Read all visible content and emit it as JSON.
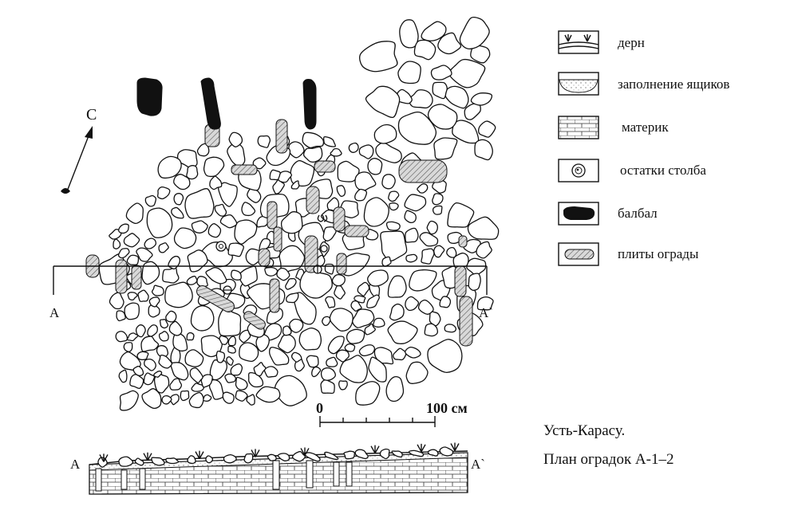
{
  "plan": {
    "north_label": "С",
    "section_start": "A",
    "section_end": "A`",
    "scale_start": "0",
    "scale_end": "100 см"
  },
  "section_drawing": {
    "start_label": "A",
    "end_label": "A`"
  },
  "legend": [
    {
      "key": "turf",
      "label": "дерн"
    },
    {
      "key": "fill",
      "label": "заполнение ящиков"
    },
    {
      "key": "bedrock",
      "label": "материк"
    },
    {
      "key": "post",
      "label": "остатки столба"
    },
    {
      "key": "balbal",
      "label": "балбал"
    },
    {
      "key": "slab",
      "label": "плиты ограды"
    }
  ],
  "caption": {
    "line1": "Усть-Карасу.",
    "line2": "План оградок А-1–2"
  }
}
